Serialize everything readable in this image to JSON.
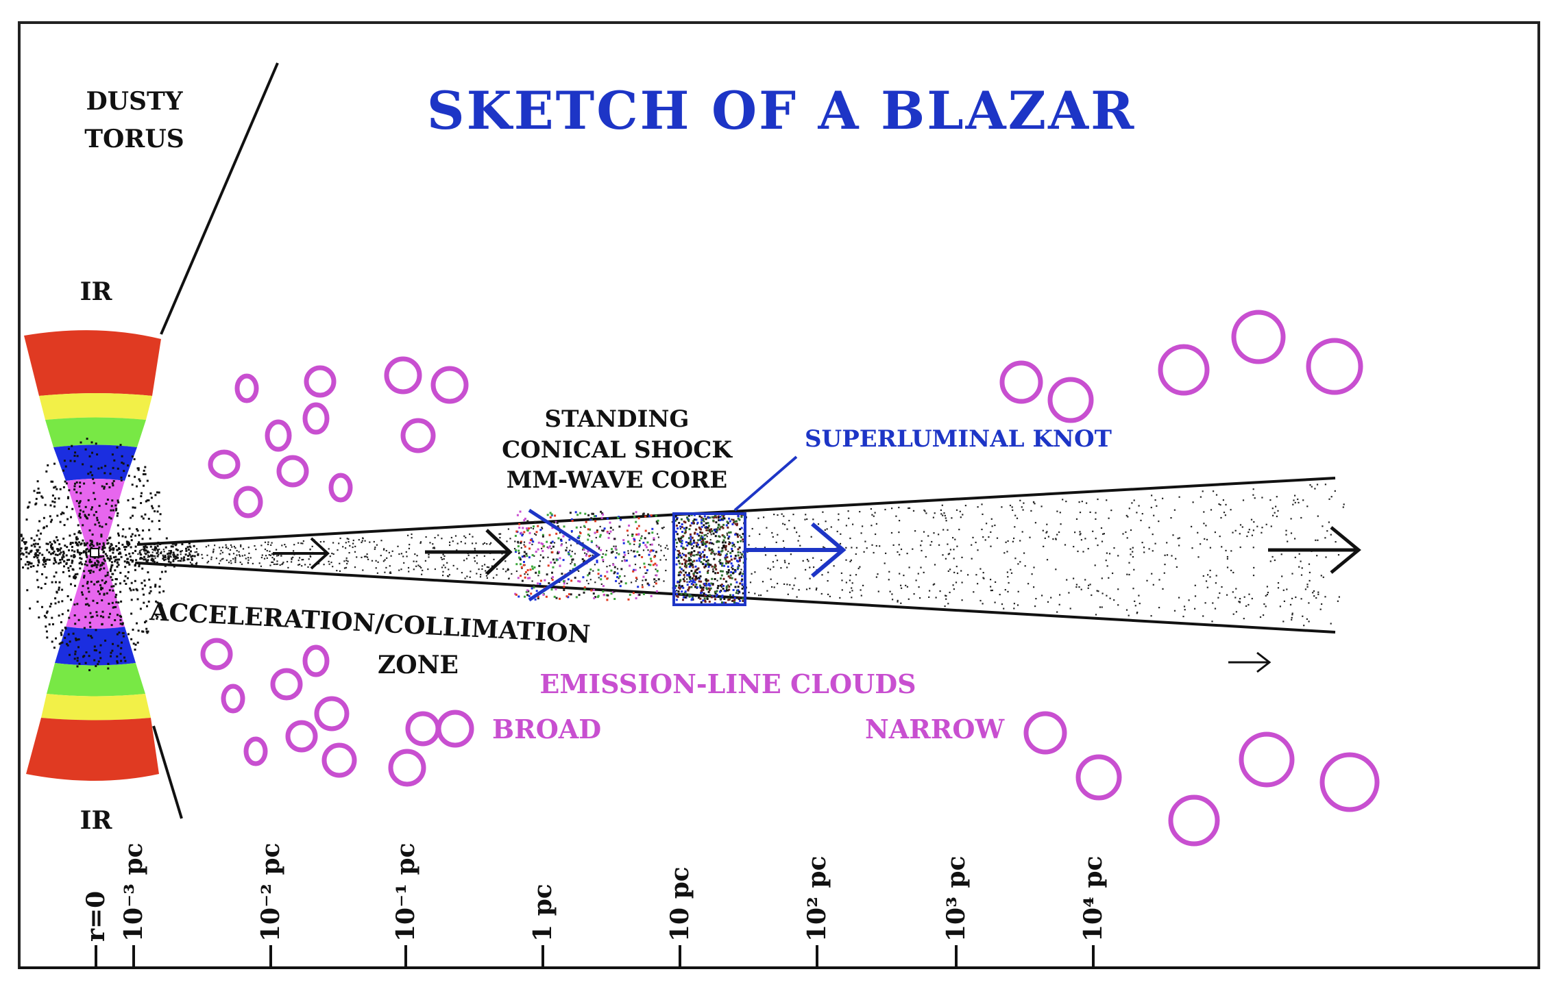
{
  "title": "SKETCH OF A BLAZAR",
  "labels": {
    "dusty_line1": "DUSTY",
    "dusty_line2": "TORUS",
    "ir_top": "IR",
    "ir_bottom": "IR",
    "standing1": "STANDING",
    "standing2": "CONICAL SHOCK",
    "standing3": "MM-WAVE CORE",
    "superluminal": "SUPERLUMINAL KNOT",
    "accel1": "ACCELERATION/COLLIMATION",
    "accel2": "ZONE",
    "emission": "EMISSION-LINE CLOUDS",
    "broad": "BROAD",
    "narrow": "NARROW"
  },
  "scale": {
    "ticks": [
      "r=0",
      "10⁻³ pc",
      "10⁻² pc",
      "10⁻¹ pc",
      "1 pc",
      "10 pc",
      "10² pc",
      "10³ pc",
      "10⁴ pc"
    ]
  },
  "colors": {
    "title": "#1d35c6",
    "shock": "#1d35c6",
    "cloud": "#c84fd0",
    "torus_bands": [
      "#e03a22",
      "#f2f048",
      "#78e845",
      "#1b2ee0",
      "#e766ee"
    ],
    "ink": "#111111",
    "frame": "#222222"
  }
}
